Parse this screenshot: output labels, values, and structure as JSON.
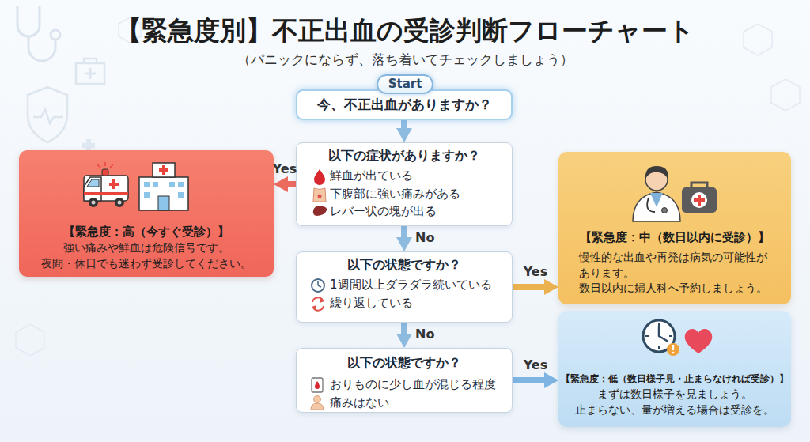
{
  "diagram": {
    "title": "【緊急度別】不正出血の受診判断フローチャート",
    "caption": "（パニックにならず、落ち着いてチェックしましょう）",
    "nodes": [
      {
        "text": [
          "Start"
        ]
      },
      {
        "text": [
          "今、不正出血がありますか？"
        ]
      },
      {
        "text": [
          "以下の症状がありますか？",
          "鮮血が出ている",
          "下腹部に強い痛みがある",
          "レバー状の塊が出る"
        ]
      },
      {
        "text": [
          "【緊急度：高（今すぐ受診）】",
          "強い痛みや鮮血は危険信号です。 夜間・休日でも迷わず受診してください。"
        ]
      },
      {
        "text": [
          "以下の状態ですか？",
          "1週間以上ダラダラ続いている",
          "繰り返している"
        ]
      },
      {
        "text": [
          "【緊急度：中（数日以内に受診）】",
          "慢性的な出血や再発は病気の可能性が あります。 数日以内に婦人科へ予約しましょう。"
        ]
      },
      {
        "text": [
          "以下の状態ですか？",
          "おりものに少し血が混じる程度",
          "痛みはない"
        ]
      },
      {
        "text": [
          "【緊急度：低（数日様子見・止まらなければ受診）】",
          "まずは数日様子を見ましょう。 止まらない、量が増える場合は受診を。"
        ]
      }
    ],
    "edges": [
      {
        "from": 1,
        "to": 2,
        "arrow": "to"
      },
      {
        "from": 2,
        "to": 3,
        "label": "Yes",
        "arrow": "to"
      },
      {
        "from": 2,
        "to": 4,
        "label": "No",
        "arrow": "to"
      },
      {
        "from": 4,
        "to": 5,
        "label": "Yes",
        "arrow": "to"
      },
      {
        "from": 4,
        "to": 6,
        "label": "No",
        "arrow": "to"
      },
      {
        "from": 6,
        "to": 7,
        "label": "Yes",
        "arrow": "to"
      }
    ]
  }
}
